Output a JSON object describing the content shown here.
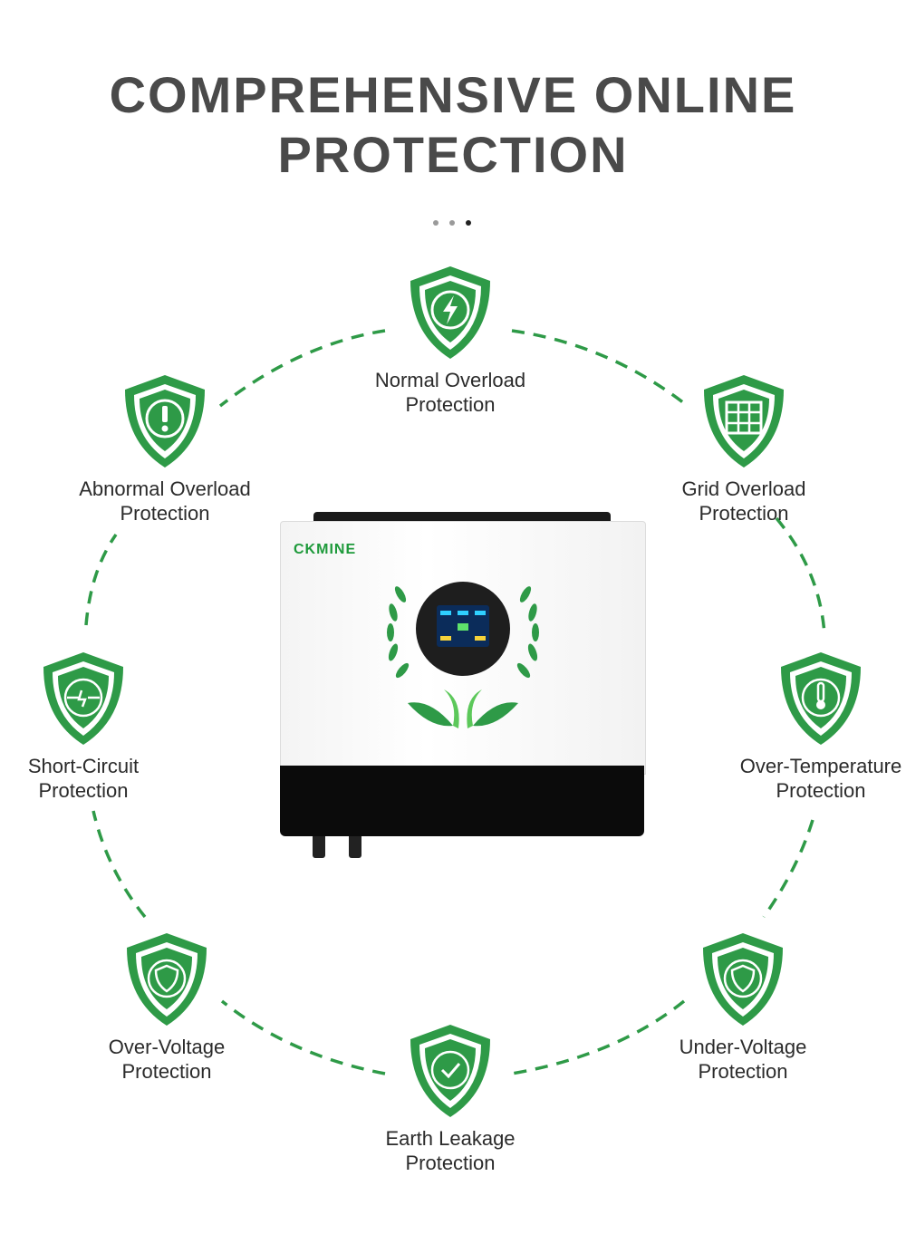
{
  "page": {
    "title_line1": "COMPREHENSIVE ONLINE",
    "title_line2": "PROTECTION",
    "accent_color": "#2e9a47",
    "title_color": "#4a4a4a"
  },
  "inverter": {
    "brand": "CKMINE"
  },
  "features": [
    {
      "id": "normal-overload",
      "line1": "Normal Overload",
      "line2": "Protection",
      "icon": "lightning-icon"
    },
    {
      "id": "grid-overload",
      "line1": "Grid Overload",
      "line2": "Protection",
      "icon": "grid-icon"
    },
    {
      "id": "over-temperature",
      "line1": "Over-Temperature",
      "line2": "Protection",
      "icon": "thermometer-icon"
    },
    {
      "id": "under-voltage",
      "line1": "Under-Voltage",
      "line2": "Protection",
      "icon": "shield-plug-icon"
    },
    {
      "id": "earth-leakage",
      "line1": "Earth Leakage",
      "line2": "Protection",
      "icon": "shield-check-icon"
    },
    {
      "id": "over-voltage",
      "line1": "Over-Voltage",
      "line2": "Protection",
      "icon": "shield-plug-icon"
    },
    {
      "id": "short-circuit",
      "line1": "Short-Circuit",
      "line2": "Protection",
      "icon": "cable-icon"
    },
    {
      "id": "abnormal-overload",
      "line1": "Abnormal Overload",
      "line2": "Protection",
      "icon": "exclamation-icon"
    }
  ]
}
